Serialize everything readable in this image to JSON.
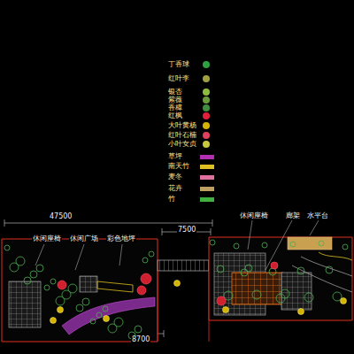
{
  "diagram": {
    "labels": [
      "休闲座椅",
      "休闲广场",
      "彩色地坪",
      "休闲座椅",
      "廊架",
      "水平台",
      "47500",
      "7500",
      "8700"
    ],
    "legend": [
      {
        "text": "丁香球",
        "color": "#2ea043"
      },
      {
        "text": "红叶李",
        "color": "#a0a040"
      },
      {
        "text": "银杏",
        "color": "#8fbc3f"
      },
      {
        "text": "紫薇",
        "color": "#6a9a3a"
      },
      {
        "text": "香樟",
        "color": "#3f8f3f"
      },
      {
        "text": "红枫",
        "color": "#e0203a"
      },
      {
        "text": "大叶黄杨",
        "color": "#d4b400"
      },
      {
        "text": "红叶石楠",
        "color": "#e04060"
      },
      {
        "text": "小叶女贞",
        "color": "#c8c840"
      },
      {
        "text": "草坪",
        "color": "#b22fb2"
      },
      {
        "text": "南天竹",
        "color": "#e0c020"
      },
      {
        "text": "麦冬",
        "color": "#e070a0"
      },
      {
        "text": "花卉",
        "color": "#c0a060"
      },
      {
        "text": "竹",
        "color": "#40b040"
      }
    ]
  }
}
